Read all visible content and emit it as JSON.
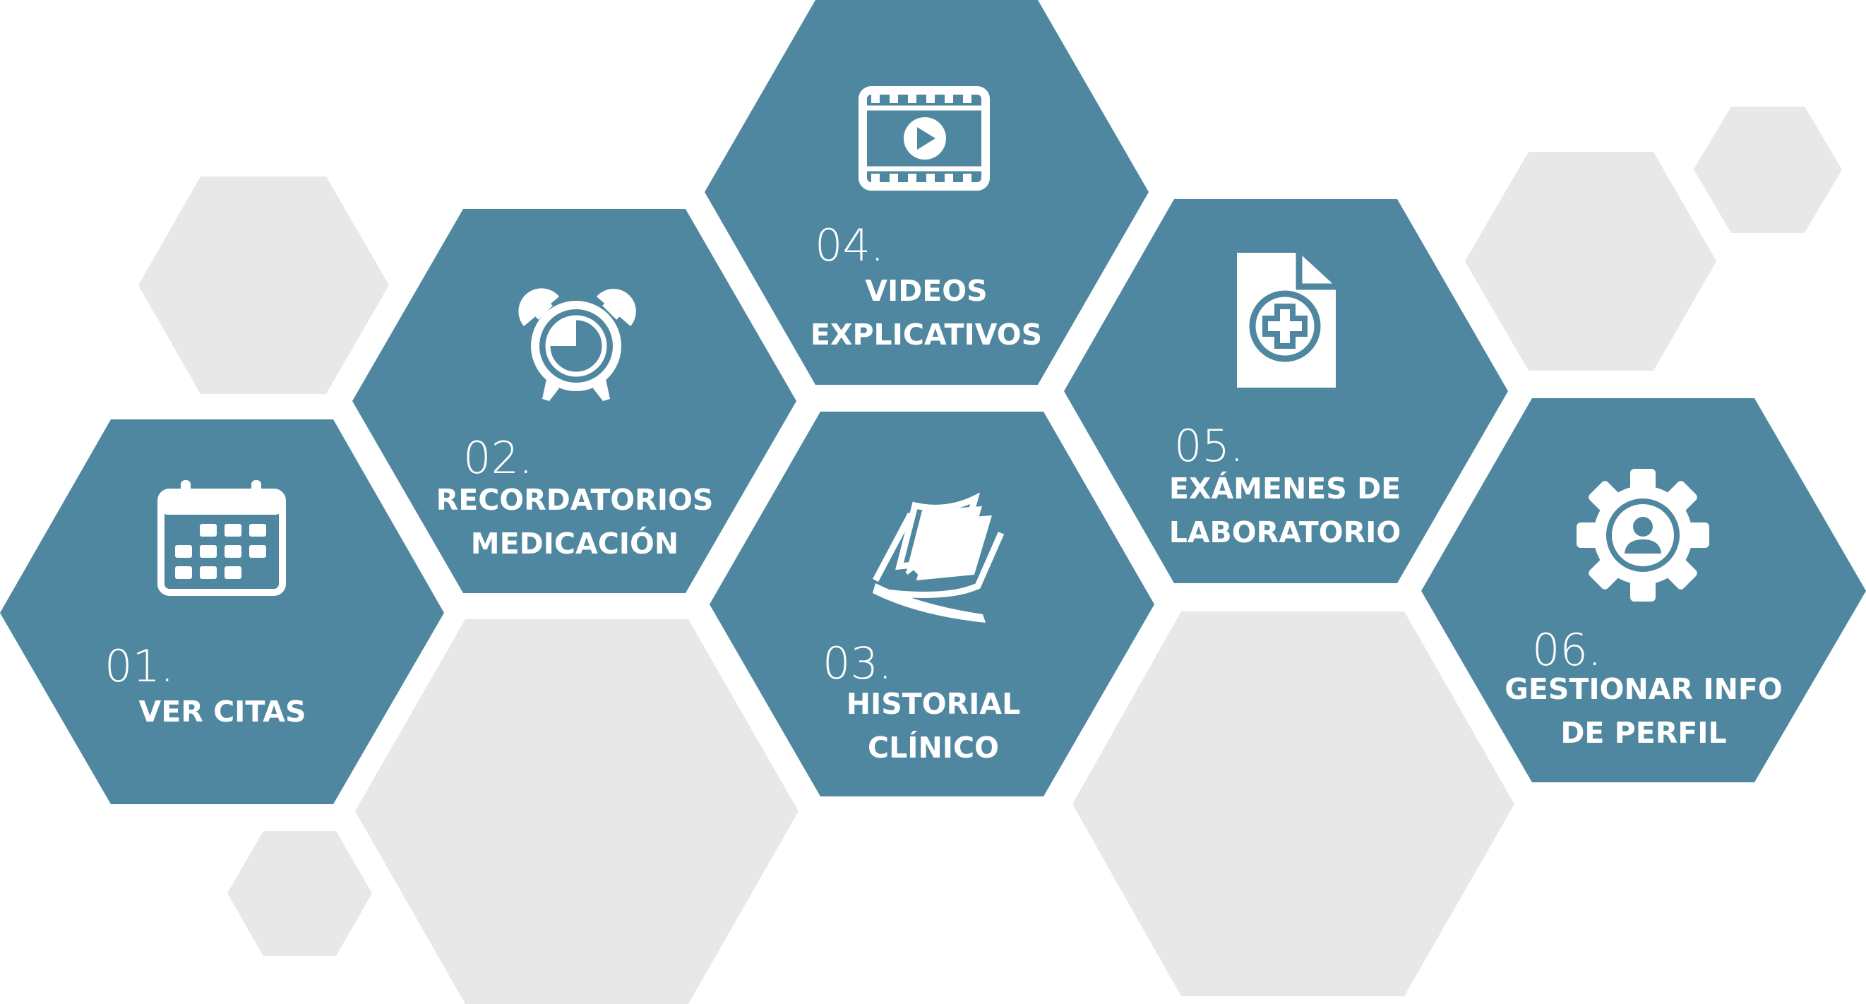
{
  "colors": {
    "accent": "#4e879f",
    "muted": "#e8e8e8",
    "text": "#ffffff"
  },
  "items": [
    {
      "number": "01.",
      "line1": "VER CITAS",
      "line2": "",
      "icon": "calendar-icon"
    },
    {
      "number": "02.",
      "line1": "RECORDATORIOS",
      "line2": "MEDICACIÓN",
      "icon": "alarm-clock-icon"
    },
    {
      "number": "03.",
      "line1": "HISTORIAL",
      "line2": "CLÍNICO",
      "icon": "medical-records-icon"
    },
    {
      "number": "04.",
      "line1": "VIDEOS",
      "line2": "EXPLICATIVOS",
      "icon": "video-film-icon"
    },
    {
      "number": "05.",
      "line1": "EXÁMENES DE",
      "line2": "LABORATORIO",
      "icon": "lab-document-icon"
    },
    {
      "number": "06.",
      "line1": "GESTIONAR INFO",
      "line2": "DE PERFIL",
      "icon": "profile-gear-icon"
    }
  ]
}
